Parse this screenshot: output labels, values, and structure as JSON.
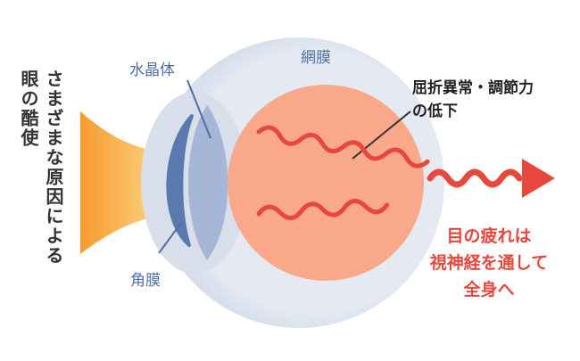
{
  "labels": {
    "cause_line1": "さまざまな原因による",
    "cause_line2": "眼の酷使",
    "lens": "水晶体",
    "cornea": "角膜",
    "retina": "網膜",
    "anomaly_line1": "屈折異常・調節力",
    "anomaly_line2": "の低下",
    "result_line1": "目の疲れは",
    "result_line2": "視神経を通して",
    "result_line3": "全身へ"
  },
  "colors": {
    "light_beam": "#f7a23a",
    "eye_outer": "#dde3ee",
    "eye_inner": "#f9a98a",
    "lens": "#a6b6d6",
    "cornea": "#5a79ae",
    "wave": "#e8473d",
    "label_blue": "#4e6fa3",
    "label_red": "#e8473d"
  }
}
